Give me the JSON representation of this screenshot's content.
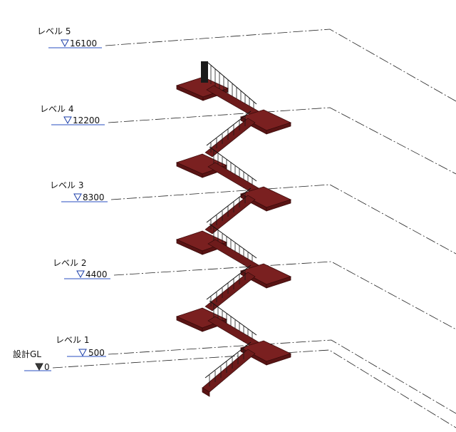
{
  "levels": [
    {
      "name": "レベル 5",
      "elevation": "16100",
      "marker": "open"
    },
    {
      "name": "レベル 4",
      "elevation": "12200",
      "marker": "open"
    },
    {
      "name": "レベル 3",
      "elevation": "8300",
      "marker": "open"
    },
    {
      "name": "レベル 2",
      "elevation": "4400",
      "marker": "open"
    },
    {
      "name": "レベル 1",
      "elevation": "500",
      "marker": "open"
    },
    {
      "name": "設計GL",
      "elevation": "0",
      "marker": "filled"
    }
  ],
  "colors": {
    "stair": "#6e1b1b",
    "marker": "#1a3da8",
    "line": "#222222"
  }
}
